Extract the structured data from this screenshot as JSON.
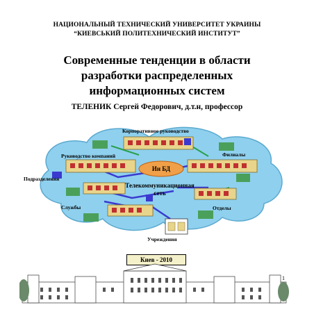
{
  "header": {
    "university_line1": "НАЦИОНАЛЬНЫЙ ТЕХНИЧЕСКИЙ УНИВЕРСИТЕТ УКРАИНЫ",
    "university_line2": "“КИЕВСЬКИЙ ПОЛИТЕХНИЧЕСКИЙ ИНСТИТУТ”"
  },
  "title": {
    "line1": "Современные тенденции в области",
    "line2": "разработки распределенных",
    "line3": "информационных систем"
  },
  "author": "ТЕЛЕНИК Сергей Федорович, д.т.н, профессор",
  "diagram": {
    "center_label": "Ин БД",
    "network_label_line1": "Телекоммуникационная",
    "network_label_line2": "сеть",
    "nodes": {
      "corporate": "Корпоративное руководство",
      "company": "Руководство компаний",
      "branches": "Филиалы",
      "divisions": "Подразделения",
      "departments": "Отделы",
      "services": "Службы",
      "institutions": "Учреждения"
    },
    "colors": {
      "cloud": "#8fd0ee",
      "cloud_edge": "#5aa9cf",
      "panel": "#e8d48a",
      "db": "#f0a048",
      "link": "#3a3ad0",
      "truck": "#4aa05a"
    }
  },
  "footer": {
    "city_year": "Киев - 2010",
    "page_number": "1"
  }
}
